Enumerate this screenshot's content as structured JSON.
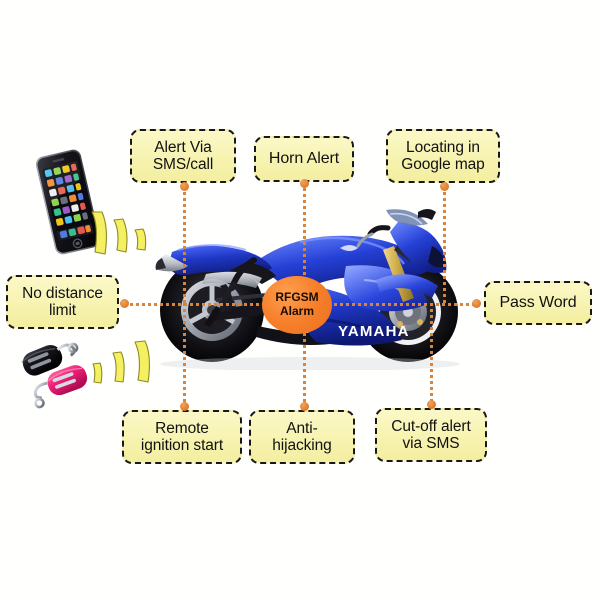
{
  "diagram": {
    "title": "RFGSM Alarm motorcycle security system feature diagram",
    "background_color": "#ffffff",
    "accent_color": "#df7a2a",
    "label_fill_color": "#f7f3b0",
    "label_border_color": "#181818",
    "hub": {
      "line1": "RFGSM",
      "line2": "Alarm",
      "fill_color": "#f7802c",
      "text_color": "#1a0d03"
    },
    "labels": [
      {
        "id": "alert-via-sms-call",
        "text": "Alert Via\nSMS/call"
      },
      {
        "id": "horn-alert",
        "text": "Horn  Alert"
      },
      {
        "id": "locating-google-map",
        "text": "Locating in\nGoogle map"
      },
      {
        "id": "no-distance-limit",
        "text": "No distance\nlimit"
      },
      {
        "id": "pass-word",
        "text": "Pass Word"
      },
      {
        "id": "remote-ignition-start",
        "text": "Remote\nignition  start"
      },
      {
        "id": "anti-hijacking",
        "text": "Anti-\nhijacking"
      },
      {
        "id": "cut-off-alert-via-sms",
        "text": "Cut-off alert\nvia SMS"
      }
    ],
    "vehicle": {
      "brand": "YAMAHA",
      "type": "sport motorcycle",
      "body_color": "#1b34b5"
    },
    "devices": [
      {
        "id": "smartphone",
        "type": "smartphone",
        "color": "#101014"
      },
      {
        "id": "remote-key-black",
        "type": "remote key fob",
        "color": "#16161a"
      },
      {
        "id": "remote-key-pink",
        "type": "remote key fob",
        "color": "#f2217a"
      }
    ],
    "signal_color": "#f2ec5a"
  }
}
